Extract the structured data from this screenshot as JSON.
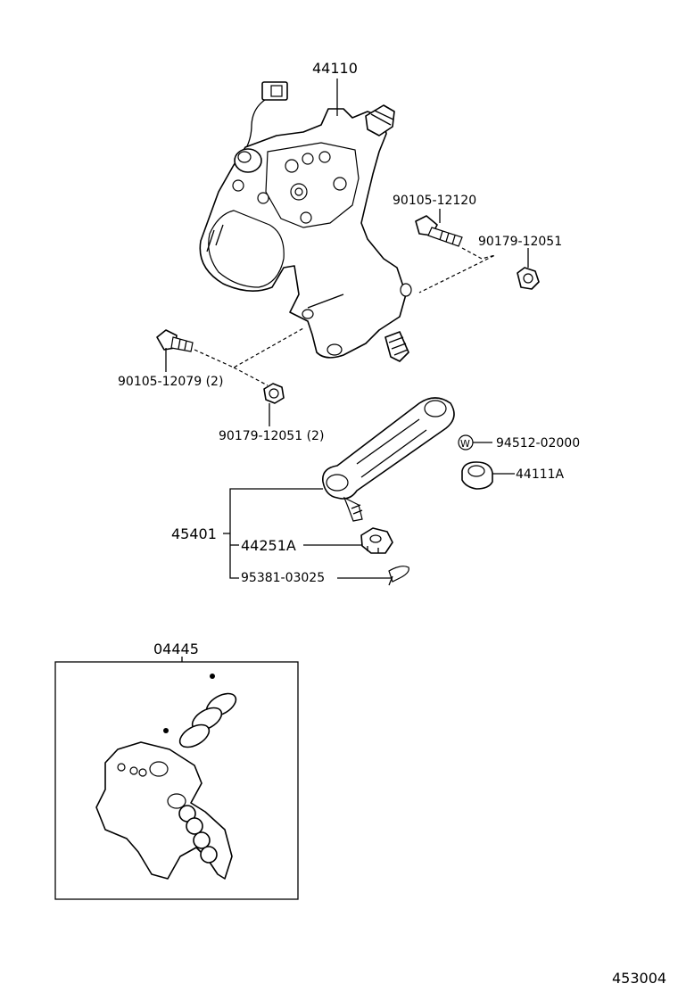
{
  "parts": {
    "gear_housing": "44110",
    "bolt_upper": "90105-12120",
    "nut_upper": "90179-12051",
    "bolt_lower": "90105-12079 (2)",
    "nut_lower": "90179-12051 (2)",
    "washer": "94512-02000",
    "washer_symbol": "W",
    "nut_arm": "44111A",
    "pitman_arm_assy": "45401",
    "castle_nut": "44251A",
    "cotter_pin": "95381-03025",
    "gasket_kit": "04445"
  },
  "diagram_number": "453004",
  "icons": {
    "steering_gear": "steering-gear-icon",
    "bolt": "bolt-icon",
    "nut": "nut-icon",
    "pitman_arm": "pitman-arm-icon",
    "gasket_kit": "gasket-kit-icon"
  }
}
